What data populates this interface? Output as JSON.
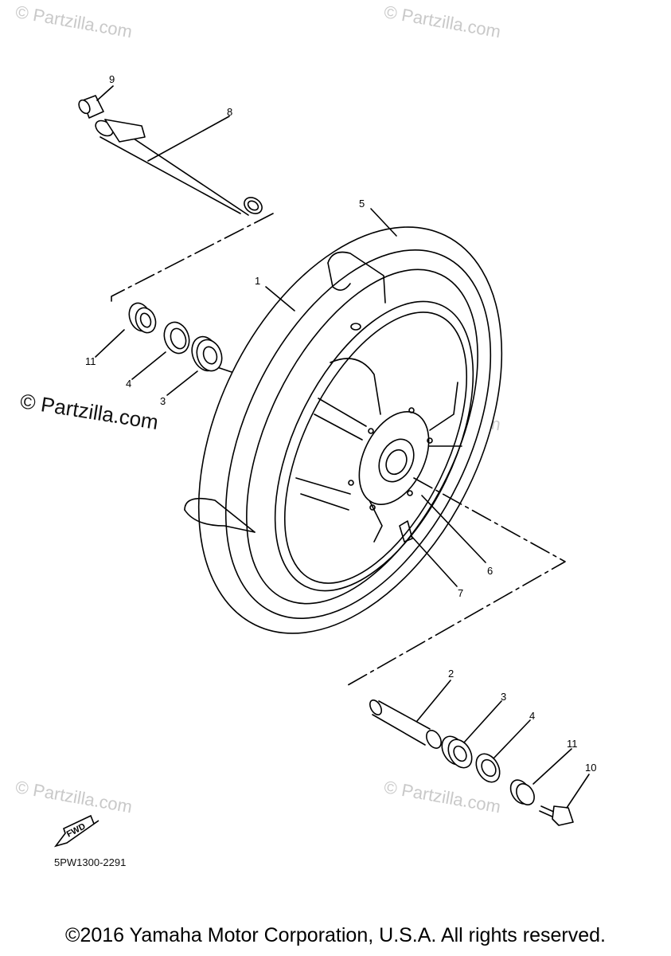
{
  "watermarks": {
    "small": "© Partzilla.com",
    "main": "© Partzilla.com"
  },
  "callouts": [
    {
      "num": "1",
      "part": "wheel"
    },
    {
      "num": "2",
      "part": "spacer"
    },
    {
      "num": "3",
      "part": "bearing"
    },
    {
      "num": "4",
      "part": "oil-seal"
    },
    {
      "num": "5",
      "part": "tire"
    },
    {
      "num": "6",
      "part": "valve"
    },
    {
      "num": "7",
      "part": "balance-weight"
    },
    {
      "num": "8",
      "part": "axle"
    },
    {
      "num": "9",
      "part": "collar"
    },
    {
      "num": "10",
      "part": "bolt"
    },
    {
      "num": "11",
      "part": "collar"
    }
  ],
  "fwd_label": "FWD",
  "diagram_code": "5PW1300-2291",
  "copyright": "©2016 Yamaha Motor Corporation, U.S.A. All rights reserved."
}
